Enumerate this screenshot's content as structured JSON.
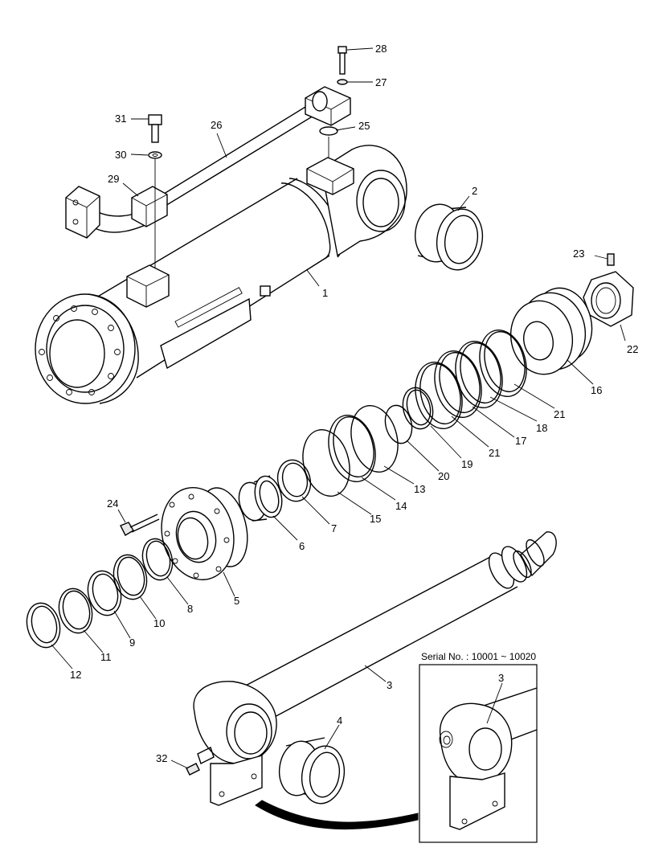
{
  "diagram": {
    "part_labels": [
      {
        "id": "p28",
        "text": "28"
      },
      {
        "id": "p27",
        "text": "27"
      },
      {
        "id": "p26",
        "text": "26"
      },
      {
        "id": "p25",
        "text": "25"
      },
      {
        "id": "p31",
        "text": "31"
      },
      {
        "id": "p30",
        "text": "30"
      },
      {
        "id": "p29",
        "text": "29"
      },
      {
        "id": "p2",
        "text": "2"
      },
      {
        "id": "p1",
        "text": "1"
      },
      {
        "id": "p23",
        "text": "23"
      },
      {
        "id": "p22",
        "text": "22"
      },
      {
        "id": "p16",
        "text": "16"
      },
      {
        "id": "p21a",
        "text": "21"
      },
      {
        "id": "p18",
        "text": "18"
      },
      {
        "id": "p17",
        "text": "17"
      },
      {
        "id": "p21b",
        "text": "21"
      },
      {
        "id": "p19",
        "text": "19"
      },
      {
        "id": "p20",
        "text": "20"
      },
      {
        "id": "p13",
        "text": "13"
      },
      {
        "id": "p14",
        "text": "14"
      },
      {
        "id": "p15",
        "text": "15"
      },
      {
        "id": "p7",
        "text": "7"
      },
      {
        "id": "p6",
        "text": "6"
      },
      {
        "id": "p24",
        "text": "24"
      },
      {
        "id": "p5",
        "text": "5"
      },
      {
        "id": "p8",
        "text": "8"
      },
      {
        "id": "p10",
        "text": "10"
      },
      {
        "id": "p9",
        "text": "9"
      },
      {
        "id": "p11",
        "text": "11"
      },
      {
        "id": "p12",
        "text": "12"
      },
      {
        "id": "p3",
        "text": "3"
      },
      {
        "id": "p4",
        "text": "4"
      },
      {
        "id": "p32",
        "text": "32"
      },
      {
        "id": "p3i",
        "text": "3"
      }
    ],
    "inset_title": "Serial No. : 10001 ~ 10020"
  }
}
